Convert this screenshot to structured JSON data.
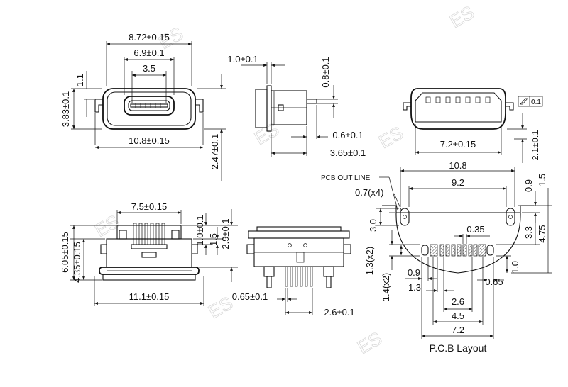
{
  "dims": {
    "top_outer_width": "8.72±0.15",
    "top_opening_width": "6.9±0.1",
    "top_pins_width": "3.5",
    "top_side_step": "1.1",
    "top_height": "3.83±0.1",
    "top_body_width": "10.8±0.15",
    "top_total_height": "2.47±0.1",
    "side_flange": "1.0±0.1",
    "side_tail_height": "0.8±0.1",
    "side_tail_offset": "0.6±0.1",
    "side_depth": "3.65±0.1",
    "face_width": "7.2±0.15",
    "face_height": "2.1±0.1",
    "flatness_value": "0.1",
    "pcb_outline_label": "PCB OUT LINE",
    "pcb_slot_width": "0.7(x4)",
    "pcb_total_width": "10.8",
    "pcb_slot_span": "9.2",
    "pcb_top_1": "0.9",
    "pcb_top_2": "1.5",
    "pcb_slot_height": "3.0",
    "pcb_pitch": "0.35",
    "pcb_pad_row": "3.3",
    "pcb_total_depth": "4.75",
    "pcb_hole_1": "1.3(x2)",
    "pcb_hole_2": "1.4(x2)",
    "pcb_pad_w": "0.9",
    "pcb_pad_1": "1.3",
    "pcb_pad_end": "0.65",
    "pcb_edge": "1.0",
    "pcb_span_1": "2.6",
    "pcb_span_2": "4.5",
    "pcb_span_3": "7.2",
    "bottom_width": "7.5±0.15",
    "bottom_pin_1": "1.0±0.1",
    "bottom_pin_2": "1.5",
    "bottom_pin_3": "2.9±0.1",
    "bottom_height_1": "6.05±0.15",
    "bottom_height_2": "4.35±0.15",
    "bottom_total_width": "11.1±0.15",
    "back_pitch": "0.65±0.1",
    "back_span": "2.6±0.1"
  },
  "titles": {
    "pcb_layout": "P.C.B Layout"
  }
}
